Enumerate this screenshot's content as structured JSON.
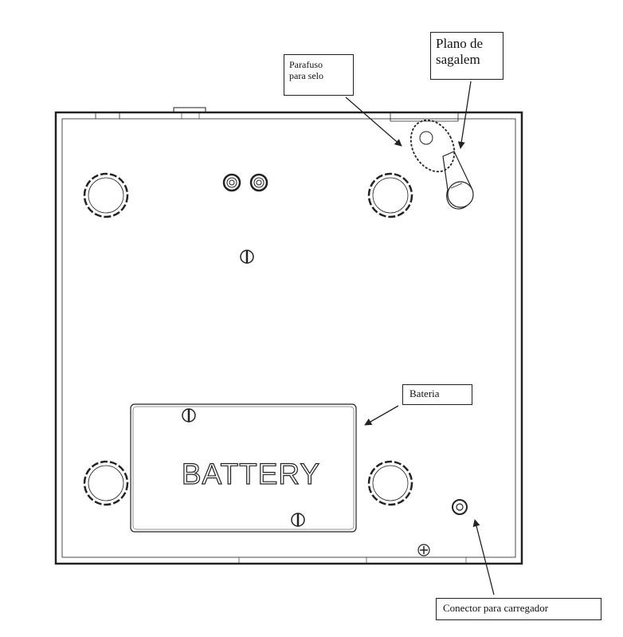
{
  "labels": {
    "plano": [
      "Plano de",
      "sagalem"
    ],
    "parafuso": [
      "Parafuso",
      "para selo"
    ],
    "bateria": "Bateria",
    "conector": "Conector para carregador"
  },
  "battery_label": "BATTERY",
  "colors": {
    "line": "#222222",
    "background": "#ffffff"
  }
}
